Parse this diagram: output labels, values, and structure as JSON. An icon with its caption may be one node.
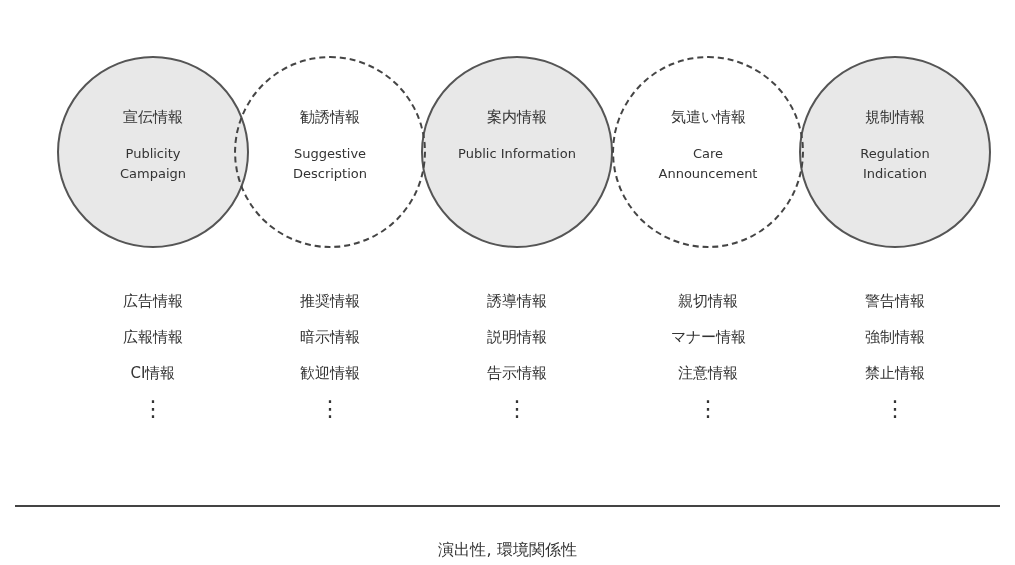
{
  "diagram": {
    "caption": "演出性, 環境関係性",
    "nodes": [
      {
        "text": [
          "宣伝情報",
          "Publicity Campaign"
        ]
      },
      {
        "text": [
          "勧誘情報",
          "Suggestive Description"
        ]
      },
      {
        "text": [
          "案内情報",
          "Public Information"
        ]
      },
      {
        "text": [
          "気遣い情報",
          "Care Announcement"
        ]
      },
      {
        "text": [
          "規制情報",
          "Regulation Indication"
        ]
      }
    ],
    "edges": [],
    "labels": [
      "広告情報",
      "推奨情報",
      "誘導情報",
      "親切情報",
      "警告情報",
      "広報情報",
      "暗示情報",
      "説明情報",
      "マナー情報",
      "強制情報",
      "CI情報",
      "歓迎情報",
      "告示情報",
      "注意情報",
      "禁止情報",
      "⋮",
      "⋮",
      "⋮",
      "⋮",
      "⋮"
    ]
  }
}
